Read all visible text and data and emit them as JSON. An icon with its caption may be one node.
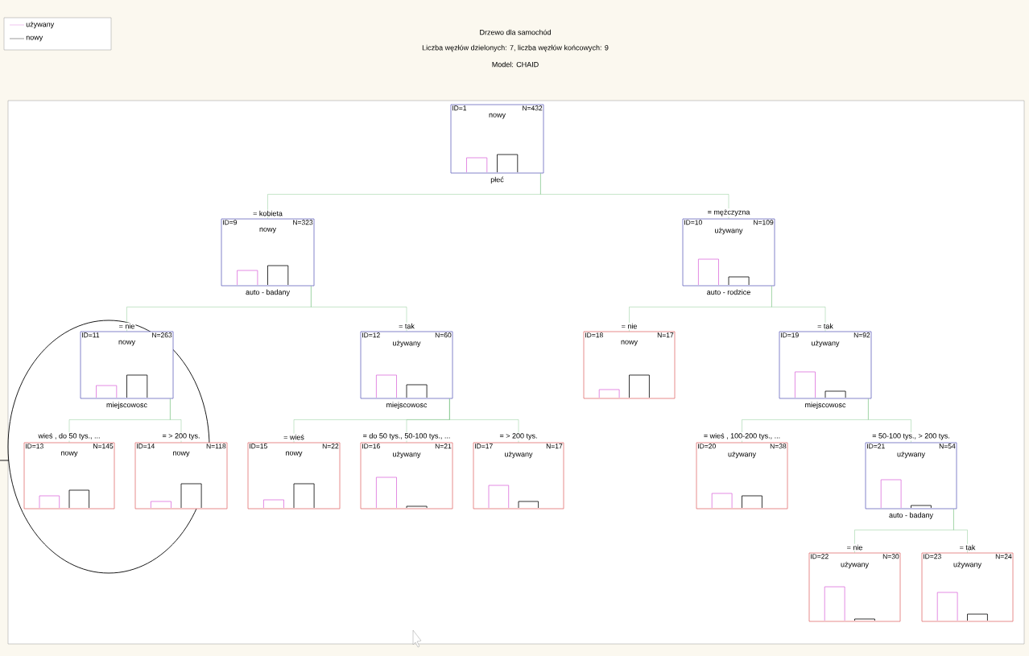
{
  "diagram": {
    "title": "Drzewo dla samochód",
    "nodes": [
      {
        "text": [
          "ID=1",
          "N=432",
          "nowy"
        ],
        "beside": [
          "płeć"
        ]
      },
      {
        "text": [
          "ID=9",
          "N=323",
          "nowy"
        ],
        "beside": [
          "auto - badany"
        ]
      },
      {
        "text": [
          "ID=10",
          "N=109",
          "używany"
        ],
        "beside": [
          "auto - rodzice"
        ]
      },
      {
        "text": [
          "ID=11",
          "N=263",
          "nowy"
        ],
        "beside": [
          "miejscowosc"
        ]
      },
      {
        "text": [
          "ID=12",
          "N=60",
          "używany"
        ],
        "beside": [
          "miejscowosc"
        ]
      },
      {
        "text": [
          "ID=18",
          "N=17",
          "nowy"
        ]
      },
      {
        "text": [
          "ID=19",
          "N=92",
          "używany"
        ],
        "beside": [
          "miejscowosc"
        ]
      },
      {
        "text": [
          "ID=13",
          "N=145",
          "nowy"
        ]
      },
      {
        "text": [
          "ID=14",
          "N=118",
          "nowy"
        ]
      },
      {
        "text": [
          "ID=15",
          "N=22",
          "nowy"
        ]
      },
      {
        "text": [
          "ID=16",
          "N=21",
          "używany"
        ]
      },
      {
        "text": [
          "ID=17",
          "N=17",
          "używany"
        ]
      },
      {
        "text": [
          "ID=20",
          "N=38",
          "używany"
        ]
      },
      {
        "text": [
          "ID=21",
          "N=54",
          "używany"
        ],
        "beside": [
          "auto - badany"
        ]
      },
      {
        "text": [
          "ID=22",
          "N=30",
          "używany"
        ]
      },
      {
        "text": [
          "ID=23",
          "N=24",
          "używany"
        ]
      }
    ],
    "edges": [
      {
        "from": 0,
        "to": 1,
        "arrow": "none",
        "label": "= kobieta"
      },
      {
        "from": 0,
        "to": 2,
        "arrow": "none",
        "label": "= mężczyzna"
      },
      {
        "from": 1,
        "to": 3,
        "arrow": "none",
        "label": "= nie"
      },
      {
        "from": 1,
        "to": 4,
        "arrow": "none",
        "label": "= tak"
      },
      {
        "from": 2,
        "to": 5,
        "arrow": "none",
        "label": "= nie"
      },
      {
        "from": 2,
        "to": 6,
        "arrow": "none",
        "label": "= tak"
      },
      {
        "from": 3,
        "to": 7,
        "arrow": "none",
        "label": "wieś , do 50 tys., ..."
      },
      {
        "from": 3,
        "to": 8,
        "arrow": "none",
        "label": "= > 200 tys."
      },
      {
        "from": 4,
        "to": 9,
        "arrow": "none",
        "label": "= wieś"
      },
      {
        "from": 4,
        "to": 10,
        "arrow": "none",
        "label": "= do 50 tys., 50-100 tys., ..."
      },
      {
        "from": 4,
        "to": 11,
        "arrow": "none",
        "label": "= > 200 tys."
      },
      {
        "from": 6,
        "to": 12,
        "arrow": "none",
        "label": "= wieś , 100-200 tys., ..."
      },
      {
        "from": 6,
        "to": 13,
        "arrow": "none",
        "label": "= 50-100 tys., > 200 tys."
      },
      {
        "from": 13,
        "to": 14,
        "arrow": "none",
        "label": "= nie"
      },
      {
        "from": 13,
        "to": 15,
        "arrow": "none",
        "label": "= tak"
      }
    ],
    "labels": [
      "Liczba węzłów dzielonych: 7, liczba węzłów końcowych: 9",
      "Model: CHAID"
    ],
    "legend": [
      {
        "text": "używany"
      },
      {
        "text": "nowy"
      }
    ]
  }
}
